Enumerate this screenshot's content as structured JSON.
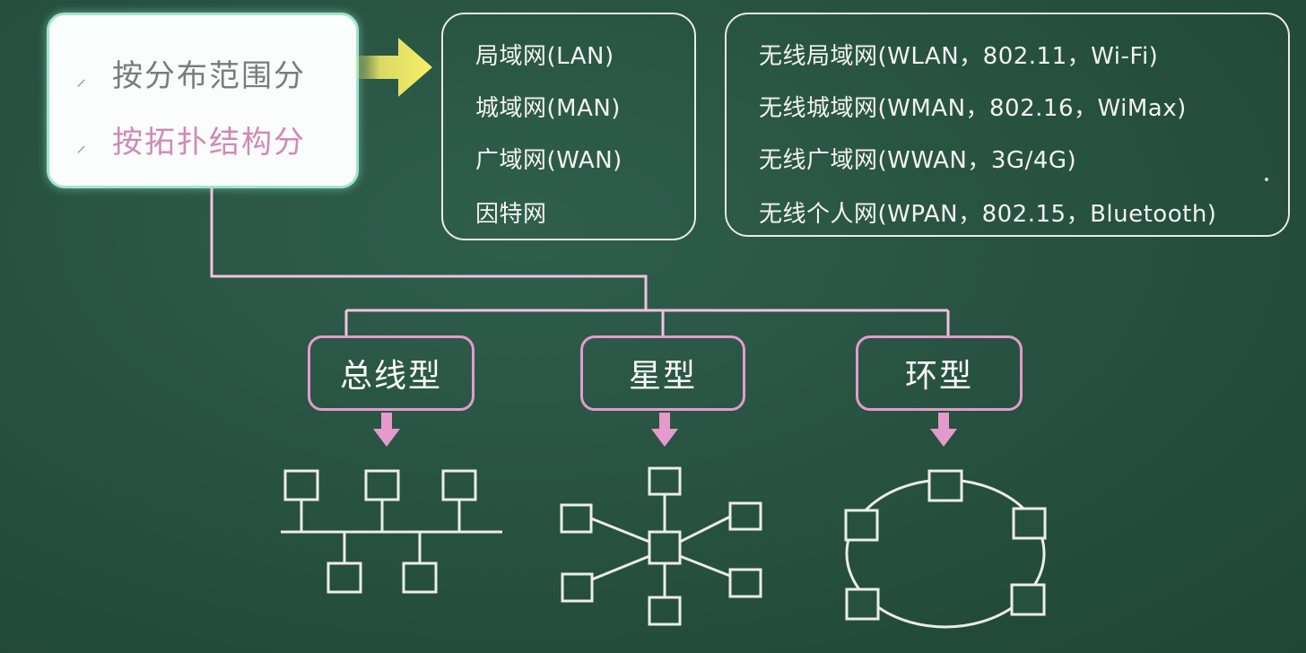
{
  "classification": {
    "items": [
      {
        "bullet": "⸝",
        "label": "按分布范围分"
      },
      {
        "bullet": "⸝",
        "label": "按拓扑结构分"
      }
    ]
  },
  "range_types": {
    "items": [
      "局域网(LAN)",
      "城域网(MAN)",
      "广域网(WAN)",
      "因特网"
    ]
  },
  "wireless_types": {
    "items": [
      "无线局域网(WLAN，802.11，Wi-Fi)",
      "无线城域网(WMAN，802.16，WiMax)",
      "无线广域网(WWAN，3G/4G)",
      "无线个人网(WPAN，802.15，Bluetooth)"
    ]
  },
  "topologies": {
    "bus": "总线型",
    "star": "星型",
    "ring": "环型"
  },
  "colors": {
    "board": "#26503f",
    "connector": "#f1c2df",
    "label_border": "#e59acb",
    "arrow_yellow": "#f7f06a",
    "node_stroke": "#ececec"
  }
}
